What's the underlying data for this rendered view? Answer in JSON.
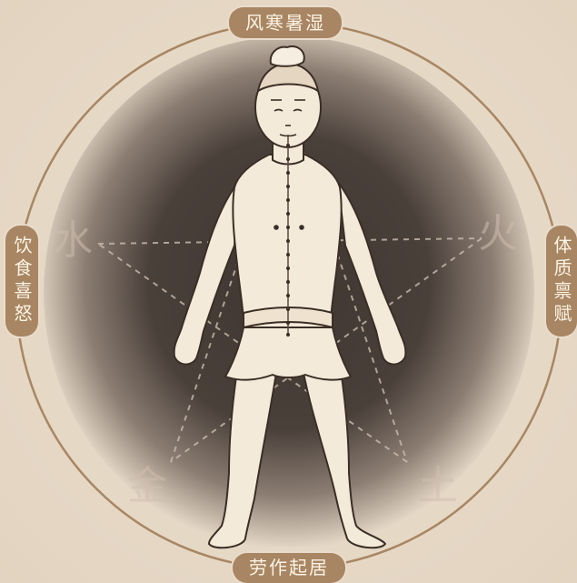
{
  "labels": {
    "top": "风寒暑湿",
    "bottom": "劳作起居",
    "left": "饮食喜怒",
    "right": "体质禀赋"
  },
  "elements": {
    "water": "水",
    "fire": "火",
    "metal": "金",
    "earth": "土"
  },
  "colors": {
    "background": "#e9dccb",
    "circle_line": "#a88663",
    "pill": "#a88663",
    "pill_text": "#fbf3e4",
    "aura_dark": "#3f3631",
    "figure": "#f4ead9",
    "outline": "#3b2e26",
    "meridian": "#5a463a"
  }
}
